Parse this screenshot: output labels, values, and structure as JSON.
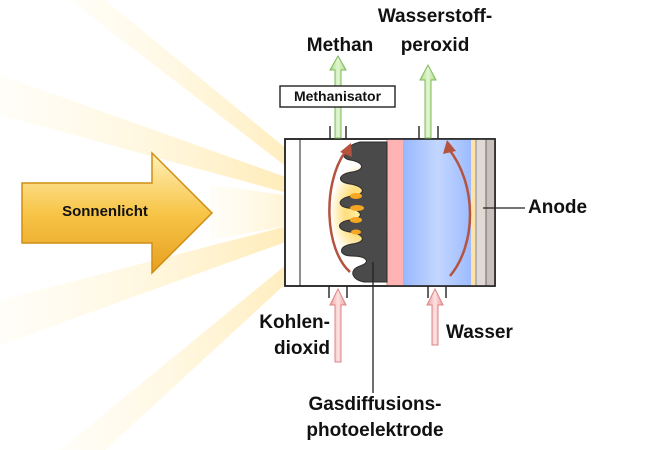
{
  "labels": {
    "sunlight": "Sonnenlicht",
    "methane": "Methan",
    "methanizer": "Methanisator",
    "peroxide_line1": "Wasserstoff-",
    "peroxide_line2": "peroxid",
    "anode": "Anode",
    "co2_line1": "Kohlen-",
    "co2_line2": "dioxid",
    "water": "Wasser",
    "electrode_line1": "Gasdiffusions-",
    "electrode_line2": "photoelektrode"
  },
  "colors": {
    "sun_arrow": "#f5b82e",
    "sun_ray": "#ffe9a6",
    "chamber_blue": "#aac7ff",
    "membrane_pink": "#ffb3b3",
    "electrode_dark": "#4a4a4a",
    "glow": "#ffc83c",
    "outlet_green": "#b9e39a",
    "inlet_pink": "#f4b3b3",
    "flow_arrow": "#b5533f",
    "anode_gray": "#c9c0bb"
  },
  "icons": [
    "sun-arrow-icon",
    "outlet-arrow-icon",
    "inlet-arrow-icon",
    "circulation-arrow-icon"
  ]
}
